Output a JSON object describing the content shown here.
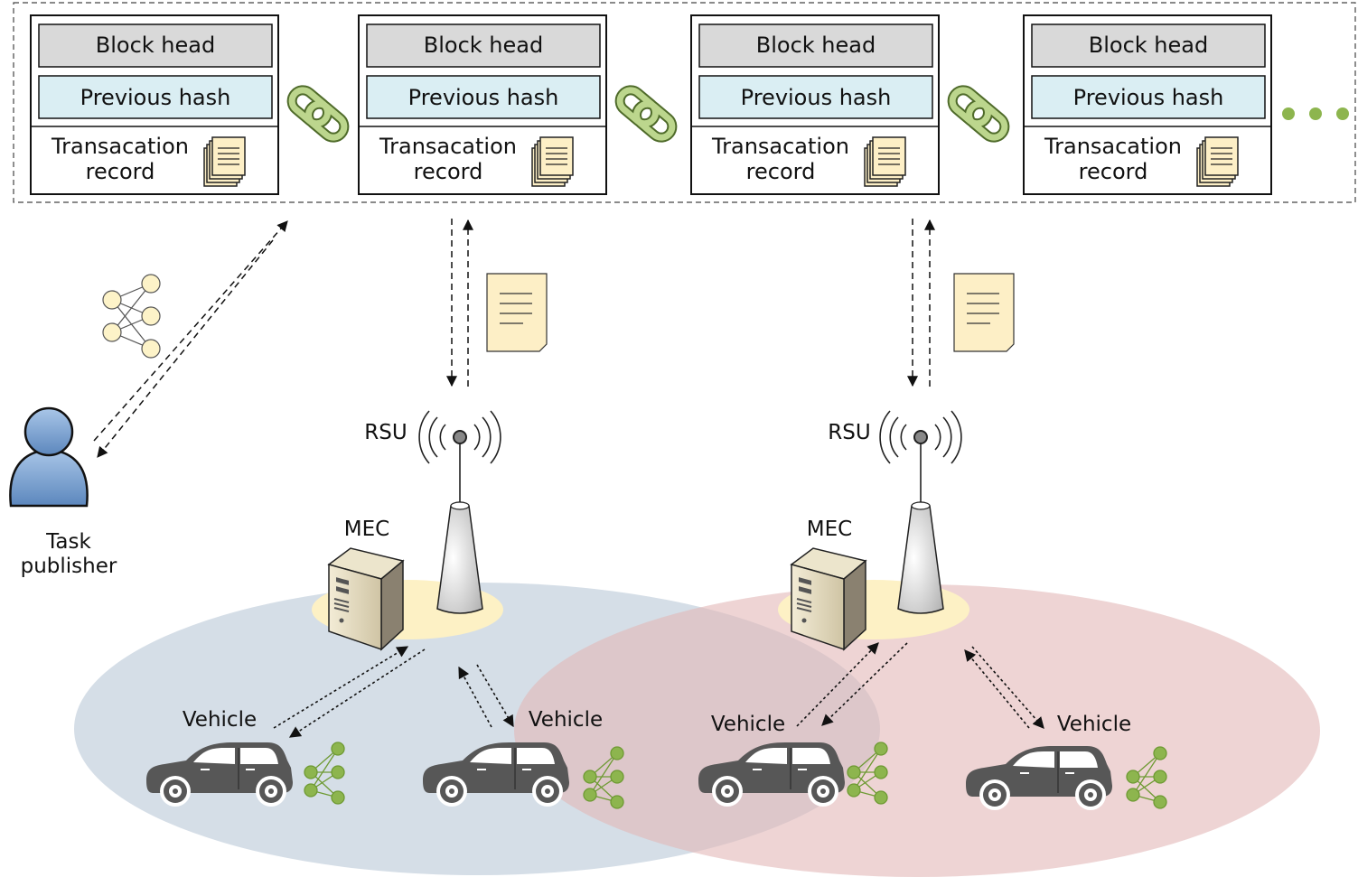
{
  "blockchain": {
    "blocks": [
      {
        "head": "Block head",
        "prev": "Previous hash",
        "tx_line1": "Transacation",
        "tx_line2": "record"
      },
      {
        "head": "Block head",
        "prev": "Previous hash",
        "tx_line1": "Transacation",
        "tx_line2": "record"
      },
      {
        "head": "Block head",
        "prev": "Previous hash",
        "tx_line1": "Transacation",
        "tx_line2": "record"
      },
      {
        "head": "Block head",
        "prev": "Previous hash",
        "tx_line1": "Transacation",
        "tx_line2": "record"
      }
    ]
  },
  "task_publisher": {
    "line1": "Task",
    "line2": "publisher"
  },
  "left_cell": {
    "rsu": "RSU",
    "mec": "MEC",
    "vehicles": [
      "Vehicle",
      "Vehicle"
    ]
  },
  "right_cell": {
    "rsu": "RSU",
    "mec": "MEC",
    "vehicles": [
      "Vehicle",
      "Vehicle"
    ]
  },
  "colors": {
    "block_head_fill": "#d9d9d9",
    "prev_hash_fill": "#daeef3",
    "chain_link": "#9bbb59",
    "left_coverage": "#d5dee7",
    "right_coverage": "#edcfcf",
    "document_fill": "#fdefc6",
    "node_fill": "#fdf3c8",
    "nn_green": "#8db54e",
    "car": "#555555",
    "person": "#7fa6d4"
  }
}
